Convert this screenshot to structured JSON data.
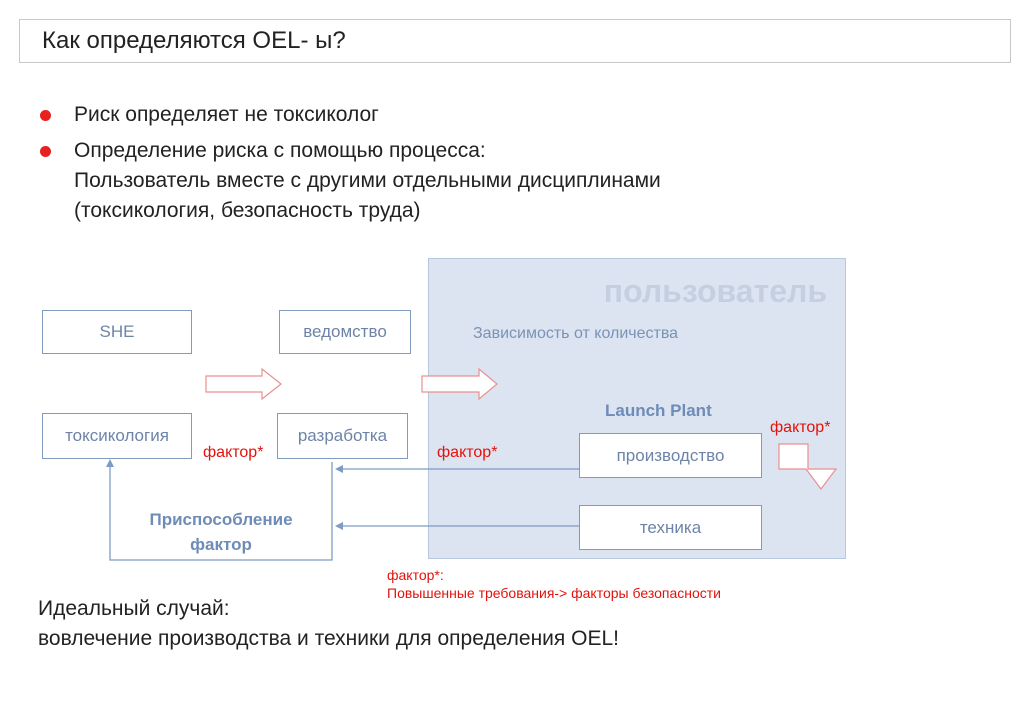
{
  "title": "Как определяются OEL- ы?",
  "bullets": [
    {
      "lines": [
        "Риск определяет не токсиколог"
      ]
    },
    {
      "lines": [
        "Определение риска с помощью процесса:",
        "Пользователь вместе с другими отдельными дисциплинами",
        "(токсикология, безопасность труда)"
      ]
    }
  ],
  "diagram": {
    "user_title": "пользователь",
    "dependency": "Зависимость от количества",
    "launch_plant": "Launch Plant",
    "boxes": {
      "she": "SHE",
      "agency": "ведомство",
      "toxicology": "токсикология",
      "development": "разработка",
      "production": "производство",
      "technique": "техника"
    },
    "factor_label": "фактор*",
    "adaptation": [
      "Приспособление",
      "фактор"
    ],
    "footnote": [
      "фактор*:",
      "Повышенные требования-> факторы безопасности"
    ]
  },
  "ideal": [
    "Идеальный случай:",
    "вовлечение производства и техники для определения OEL!"
  ],
  "colors": {
    "bullet": "#e8201f",
    "panel": "#dbe4f0",
    "box_border": "#7f9bc2",
    "box_text": "#6d84a8",
    "factor_red": "#e3120b",
    "connector": "#7f9bc2"
  }
}
